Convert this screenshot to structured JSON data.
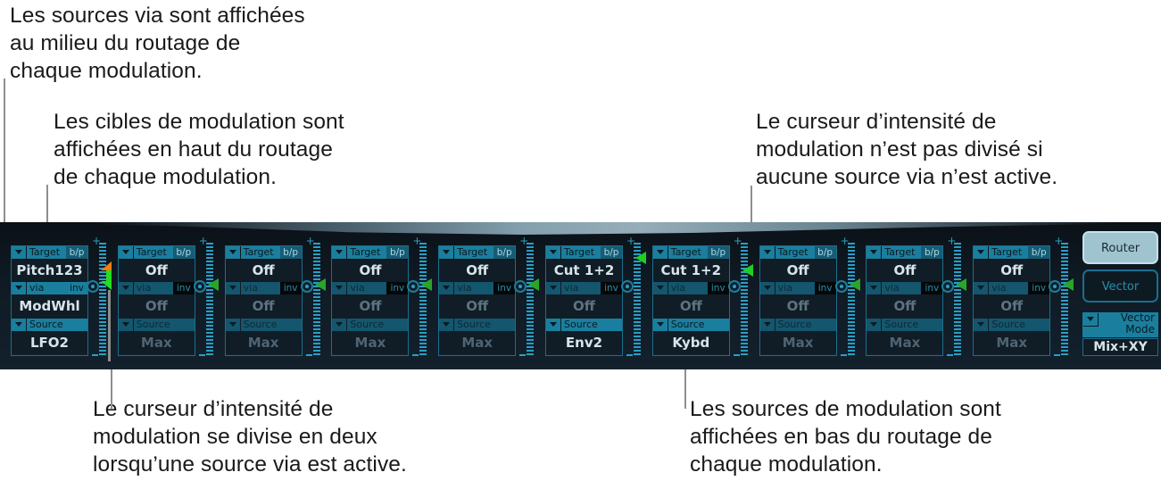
{
  "callouts": {
    "via_sources": "Les sources via sont affichées\nau milieu du routage de\nchaque modulation.",
    "targets": "Les cibles de modulation sont\naffichées en haut du routage\nde chaque modulation.",
    "slider_not_split": "Le curseur d’intensité de\nmodulation n’est pas divisé si\naucune source via n’est active.",
    "slider_split": "Le curseur d’intensité de\nmodulation se divise en deux\nlorsqu’une source via est active.",
    "sources": "Les sources de modulation sont\naffichées en bas du routage de\nchaque modulation."
  },
  "labels": {
    "target": "Target",
    "bp": "b/p",
    "via": "via",
    "inv": "inv",
    "source": "Source",
    "plus": "+"
  },
  "slots": [
    {
      "target": "Pitch123",
      "via": "ModWhl",
      "source": "LFO2",
      "via_active": true,
      "source_active": true
    },
    {
      "target": "Off",
      "via": "Off",
      "source": "Max",
      "via_active": false,
      "source_active": false
    },
    {
      "target": "Off",
      "via": "Off",
      "source": "Max",
      "via_active": false,
      "source_active": false
    },
    {
      "target": "Off",
      "via": "Off",
      "source": "Max",
      "via_active": false,
      "source_active": false
    },
    {
      "target": "Off",
      "via": "Off",
      "source": "Max",
      "via_active": false,
      "source_active": false
    },
    {
      "target": "Cut 1+2",
      "via": "Off",
      "source": "Env2",
      "via_active": false,
      "source_active": true
    },
    {
      "target": "Cut 1+2",
      "via": "Off",
      "source": "Kybd",
      "via_active": false,
      "source_active": true
    },
    {
      "target": "Off",
      "via": "Off",
      "source": "Max",
      "via_active": false,
      "source_active": false
    },
    {
      "target": "Off",
      "via": "Off",
      "source": "Max",
      "via_active": false,
      "source_active": false
    },
    {
      "target": "Off",
      "via": "Off",
      "source": "Max",
      "via_active": false,
      "source_active": false
    }
  ],
  "side": {
    "router_label": "Router",
    "vector_label": "Vector",
    "vector_mode_line1": "Vector",
    "vector_mode_line2": "Mode",
    "vector_mode_value": "Mix+XY"
  },
  "colors": {
    "panel_bg": "#0f1a24",
    "accent": "#1a7f9e",
    "slider_arrow": "#1fcf1f",
    "via_arrow": "#f27d12"
  }
}
